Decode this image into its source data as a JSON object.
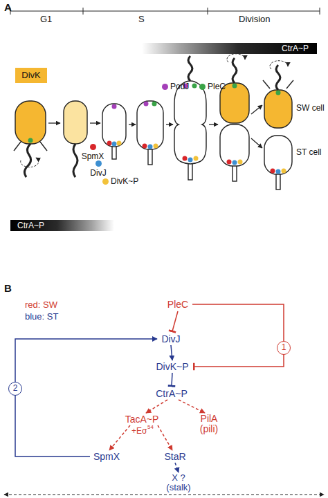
{
  "diagram": {
    "nodes": [
      {
        "text": [
          "CtrA~P"
        ]
      },
      {
        "text": [
          "CtrA~P"
        ]
      },
      {
        "text": [
          "PleC"
        ]
      },
      {
        "text": [
          "DivJ"
        ]
      },
      {
        "text": [
          "DivK~P"
        ]
      },
      {
        "text": [
          "CtrA~P"
        ]
      },
      {
        "text": [
          "TacA~P"
        ]
      },
      {
        "text": [
          "PilA (pili)"
        ]
      },
      {
        "text": [
          "SpmX"
        ]
      },
      {
        "text": [
          "StaR"
        ]
      },
      {
        "text": [
          "X ? (stalk)"
        ]
      }
    ],
    "edges": [
      {
        "from": 2,
        "to": 3,
        "arrow": "to"
      },
      {
        "from": 3,
        "to": 4,
        "arrow": "to"
      },
      {
        "from": 2,
        "to": 4,
        "label": "1",
        "arrow": "to"
      },
      {
        "from": 4,
        "to": 5,
        "arrow": "to"
      },
      {
        "from": 5,
        "to": 6,
        "arrow": "to"
      },
      {
        "from": 5,
        "to": 7,
        "arrow": "to"
      },
      {
        "from": 6,
        "to": 8,
        "arrow": "to"
      },
      {
        "from": 6,
        "to": 9,
        "arrow": "to"
      },
      {
        "from": 8,
        "to": 3,
        "label": "2",
        "arrow": "to"
      },
      {
        "from": 9,
        "to": 10,
        "arrow": "to"
      }
    ],
    "labels": [
      "A",
      "G1",
      "S",
      "Division",
      "SW cell",
      "ST cell",
      "B",
      "red: SW",
      "blue: ST",
      "+Eσ",
      "54"
    ],
    "legend": [
      {
        "text": "DivK",
        "color": "#f5b731"
      },
      {
        "text": "PodJ",
        "color": "#a43fb8"
      },
      {
        "text": "PleC",
        "color": "#3aa347"
      },
      {
        "text": "SpmX",
        "color": "#d8262a"
      },
      {
        "text": "DivJ",
        "color": "#3d8fd1"
      },
      {
        "text": "DivK~P",
        "color": "#f2c23a"
      }
    ]
  }
}
